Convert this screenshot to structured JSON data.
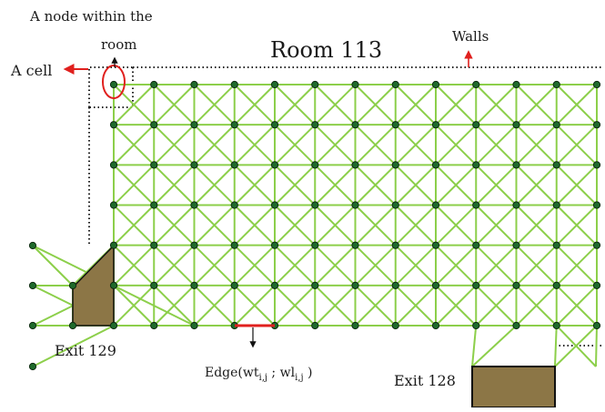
{
  "title": "Room 113",
  "labels": {
    "node": [
      "A node within the",
      "room"
    ],
    "cell": "A cell",
    "walls": "Walls",
    "edge_prefix": "Edge(wt",
    "edge_sub1": "i,j",
    "edge_mid": " ; wl",
    "edge_sub2": "i,j",
    "edge_suffix": " )",
    "exit_left": "Exit 129",
    "exit_bottom": "Exit 128"
  },
  "colors": {
    "edge": "#8ccf4a",
    "node_fill": "#1f6a2c",
    "node_stroke": "#0d2a10",
    "exit_fill": "#8c7646",
    "highlight": "#e0201e",
    "wall": "#222222",
    "background": "#ffffff"
  },
  "grid": {
    "columns": 13,
    "rows": 7
  }
}
